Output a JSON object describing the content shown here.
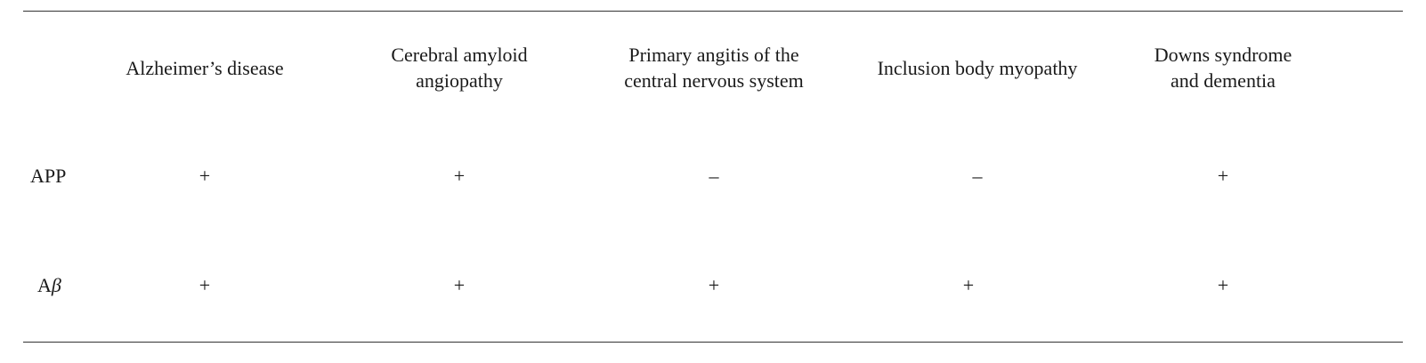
{
  "table": {
    "columns": [
      {
        "line1": "Alzheimer’s disease",
        "line2": ""
      },
      {
        "line1": "Cerebral amyloid",
        "line2": "angiopathy"
      },
      {
        "line1": "Primary angitis of the",
        "line2": "central nervous system"
      },
      {
        "line1": "Inclusion body myopathy",
        "line2": ""
      },
      {
        "line1": "Downs syndrome",
        "line2": "and dementia"
      }
    ],
    "rows": [
      {
        "label_main": "APP",
        "label_sub": "",
        "values": [
          "+",
          "+",
          "–",
          "–",
          "+"
        ]
      },
      {
        "label_main": "A",
        "label_sub": "β",
        "values": [
          "+",
          "+",
          "+",
          "+",
          "+"
        ]
      }
    ]
  }
}
